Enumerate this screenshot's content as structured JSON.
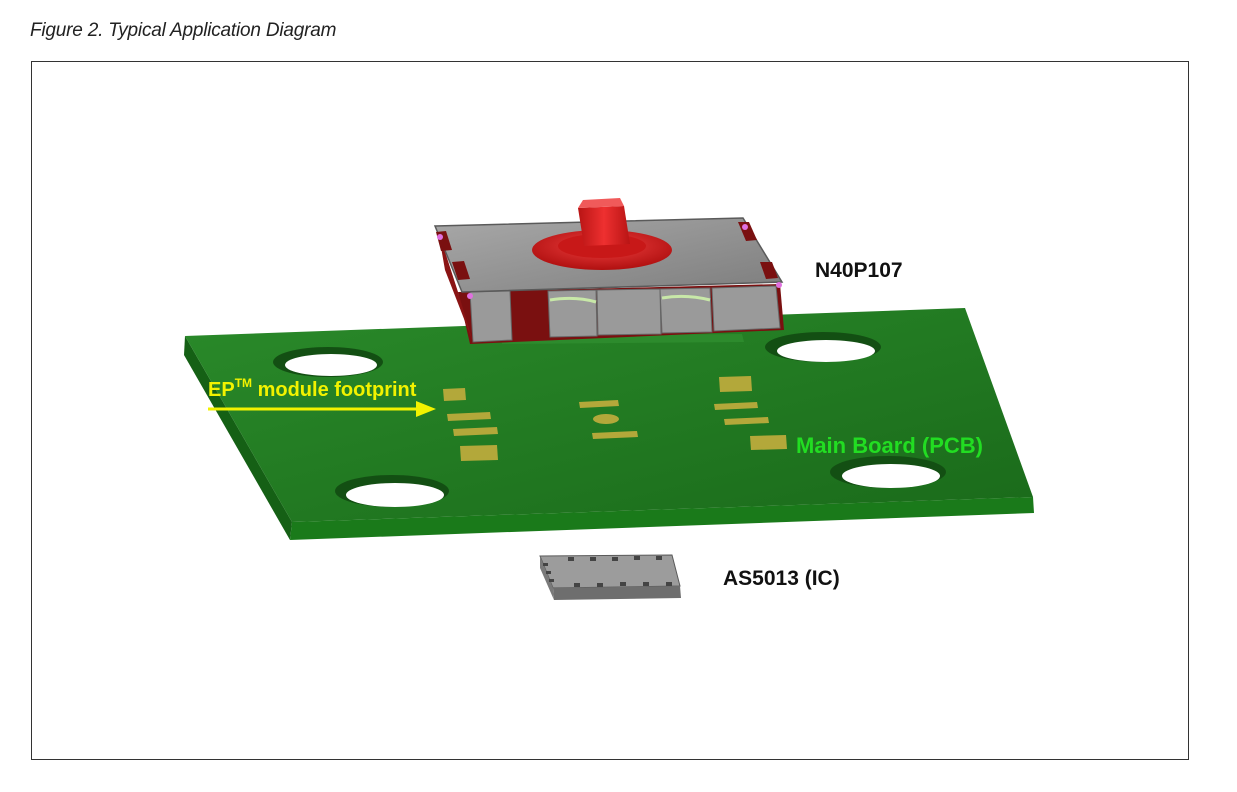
{
  "figure": {
    "caption": "Figure 2.  Typical Application Diagram"
  },
  "labels": {
    "switch": "N40P107",
    "footprint_prefix": "EP",
    "footprint_tm": "TM",
    "footprint_suffix": " module footprint",
    "main_board": "Main Board (PCB)",
    "ic": "AS5013 (IC)"
  },
  "colors": {
    "pcb_green": "#1e7a1e",
    "pad_gold": "#b3a83a",
    "knob_red": "#d41f1f",
    "switch_gray": "#8f8f8f",
    "footprint_label": "#f2f200",
    "board_label": "#22dd22"
  }
}
